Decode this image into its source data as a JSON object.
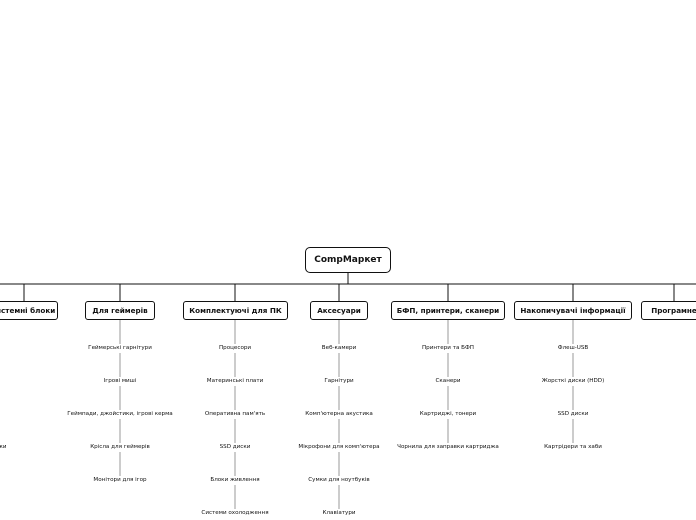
{
  "root": {
    "label": "CompМаркет"
  },
  "categories": [
    {
      "label": "Системні блоки",
      "items": [
        "",
        "",
        "",
        "ки"
      ]
    },
    {
      "label": "Для геймерів",
      "items": [
        "Геймерські гарнітури",
        "Ігрові миші",
        "Геймпади, джойстики, ігрові керма",
        "Крісла для геймерів",
        "Монітори для ігор"
      ]
    },
    {
      "label": "Комплектуючі для ПК",
      "items": [
        "Процесори",
        "Материнські плати",
        "Оперативна пам'ять",
        "SSD диски",
        "Блоки живлення",
        "Системи охолодження"
      ]
    },
    {
      "label": "Аксесуари",
      "items": [
        "Веб-камери",
        "Гарнітури",
        "Комп'ютерна акустика",
        "Мікрофони для комп'ютера",
        "Сумки для ноутбуків",
        "Клавіатури"
      ]
    },
    {
      "label": "БФП, принтери, сканери",
      "items": [
        "Принтери та БФП",
        "Сканери",
        "Картриджі, тонери",
        "Чорнила для заправки картриджа"
      ]
    },
    {
      "label": "Накопичувачі інформації",
      "items": [
        "Флеш-USB",
        "Жорсткі диски (HDD)",
        "SSD диски",
        "Картрідери та хаби"
      ]
    },
    {
      "label": "Програмне",
      "items": []
    }
  ]
}
